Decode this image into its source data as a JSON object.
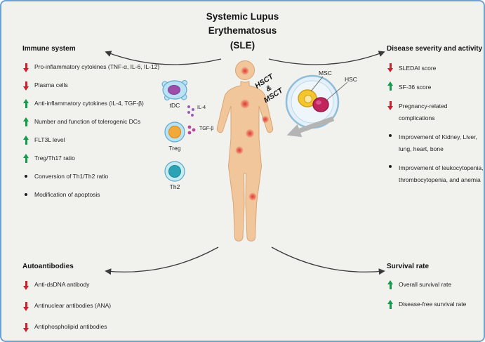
{
  "title": {
    "lines": [
      "Systemic Lupus",
      "Erythematosus",
      "(SLE)"
    ]
  },
  "center": {
    "transplant_label_lines": [
      "HSCT",
      "&",
      "MSCT"
    ],
    "cell_labels": {
      "tdc": "tDC",
      "treg": "Treg",
      "th2": "Th2",
      "il4": "IL-4",
      "tgfb": "TGF-β",
      "msc": "MSC",
      "hsc": "HSC"
    }
  },
  "colors": {
    "decrease_arrow": "#cf2030",
    "increase_arrow": "#169b4c",
    "border": "#6fa0d4",
    "background": "#f1f1ed",
    "skin": "#f2c69b",
    "lesion_spot": "#e53935",
    "dish_blue": "#90bdd8",
    "msc_cell": "#f5c52e",
    "hsc_cell": "#c2245c"
  },
  "sections": {
    "immune_system": {
      "heading": "Immune system",
      "items": [
        {
          "marker": "down",
          "text": "Pro-inflammatory cytokines (TNF-α, IL-6, IL-12)"
        },
        {
          "marker": "down",
          "text": "Plasma cells"
        },
        {
          "marker": "up",
          "text": "Anti-inflammatory cytokines (IL-4, TGF-β)"
        },
        {
          "marker": "up",
          "text": "Number and function of tolerogenic DCs"
        },
        {
          "marker": "up",
          "text": "FLT3L level"
        },
        {
          "marker": "up",
          "text": "Treg/Th17 ratio"
        },
        {
          "marker": "bullet",
          "text": "Conversion of Th1/Th2 ratio"
        },
        {
          "marker": "bullet",
          "text": "Modification of apoptosis"
        }
      ]
    },
    "disease_severity": {
      "heading": "Disease severity and activity",
      "items": [
        {
          "marker": "down",
          "text": "SLEDAI score"
        },
        {
          "marker": "up",
          "text": "SF-36 score"
        },
        {
          "marker": "down",
          "text": "Pregnancy-related complications"
        },
        {
          "marker": "bullet",
          "text": "Improvement of Kidney, Liver, lung, heart, bone"
        },
        {
          "marker": "bullet",
          "text": "Improvement of leukocytopenia, thrombocytopenia, and anemia"
        }
      ]
    },
    "autoantibodies": {
      "heading": "Autoantibodies",
      "items": [
        {
          "marker": "down",
          "text": "Anti-dsDNA antibody"
        },
        {
          "marker": "down",
          "text": "Antinuclear antibodies (ANA)"
        },
        {
          "marker": "down",
          "text": "Antiphospholipid antibodies"
        }
      ]
    },
    "survival_rate": {
      "heading": "Survival rate",
      "items": [
        {
          "marker": "up",
          "text": "Overall survival rate"
        },
        {
          "marker": "up",
          "text": "Disease-free survival rate"
        }
      ]
    }
  }
}
